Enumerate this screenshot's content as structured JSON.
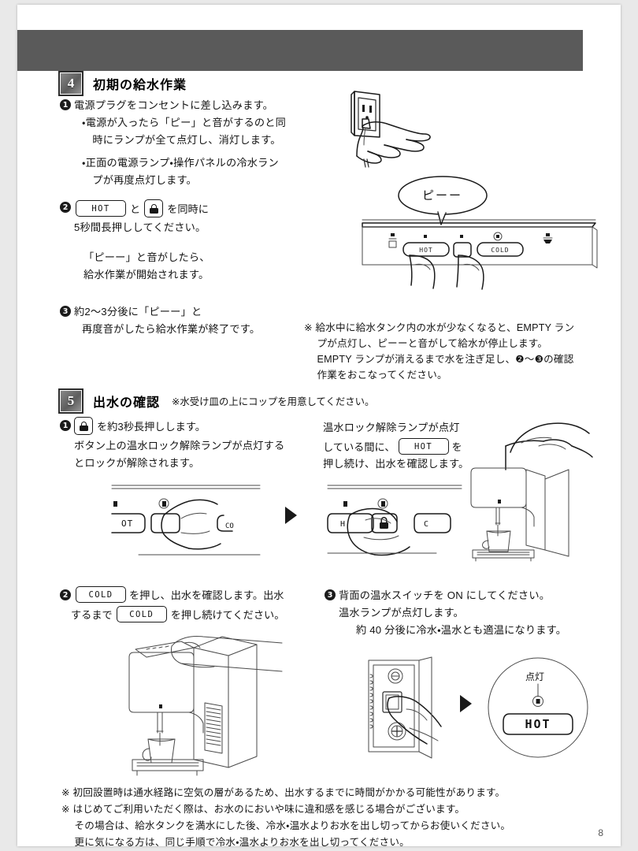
{
  "page": {
    "number": "8",
    "header_color": "#5a5a5a"
  },
  "step4": {
    "number": "4",
    "title": "初期の給水作業",
    "items": [
      {
        "marker": "❶",
        "lines": [
          "電源プラグをコンセントに差し込みます。",
          "・電源が入ったら「ピー」と音がするのと同",
          "　時にランプが全て点灯し、消灯します。",
          "・正面の電源ランプ・操作パネルの冷水ラン",
          "　プが再度点灯します。"
        ]
      },
      {
        "marker": "❷",
        "keycap_hot": "HOT",
        "mid_text": "と",
        "keycap_lock": "lock-icon",
        "after_text": "を同時に",
        "line2": "5秒間長押ししてください。",
        "followup": [
          "「ピーー」と音がしたら、",
          "給水作業が開始されます。"
        ]
      },
      {
        "marker": "❸",
        "lines": [
          "約2～3分後に「ピーー」と",
          "再度音がしたら給水作業が終了です。"
        ]
      }
    ],
    "bubble_text": "ピーー",
    "note": [
      "※ 給水中に給水タンク内の水が少なくなると、EMPTY ラン",
      "　 プが点灯し、ピーーと音がして給水が停止します。",
      "　 EMPTY ランプが消えるまで水を注ぎ足し、❷～❸の確認",
      "　 作業をおこなってください。"
    ],
    "panel_buttons": {
      "hot": "HOT",
      "cold": "COLD"
    }
  },
  "step5": {
    "number": "5",
    "title": "出水の確認",
    "title_note": "※水受け皿の上にコップを用意してください。",
    "item1_left": {
      "marker": "❶",
      "keycap_lock": "lock-icon",
      "after_key": "を約3秒長押しします。",
      "lines": [
        "ボタン上の温水ロック解除ランプが点灯する",
        "とロックが解除されます。"
      ]
    },
    "item1_right": {
      "line1": "温水ロック解除ランプが点灯",
      "line2_pre": "している間に、",
      "keycap_hot": "HOT",
      "line2_post": "を",
      "line3": "押し続け、出水を確認します。"
    },
    "item2": {
      "marker": "❷",
      "keycap_cold": "COLD",
      "text1": "を押し、出水を確認します。出水",
      "text2_pre": "するまで",
      "keycap_cold2": "COLD",
      "text2_post": "を押し続けてください。"
    },
    "item3": {
      "marker": "❸",
      "lines": [
        "背面の温水スイッチを ON にしてください。",
        "温水ランプが点灯します。",
        "約 40 分後に冷水・温水とも適温になります。"
      ]
    },
    "magnify": {
      "label": "点灯",
      "keycap_hot": "HOT"
    },
    "panel_buttons": {
      "hot_partial": "OT",
      "hot": "H",
      "cold_partial": "C"
    }
  },
  "footnotes": [
    "※ 初回設置時は通水経路に空気の層があるため、出水するまでに時間がかかる可能性があります。",
    "※ はじめてご利用いただく際は、お水のにおいや味に違和感を感じる場合がございます。",
    "　 その場合は、給水タンクを満水にした後、冷水・温水よりお水を出し切ってからお使いください。",
    "　 更に気になる方は、同じ手順で冷水・温水よりお水を出し切ってください。"
  ]
}
